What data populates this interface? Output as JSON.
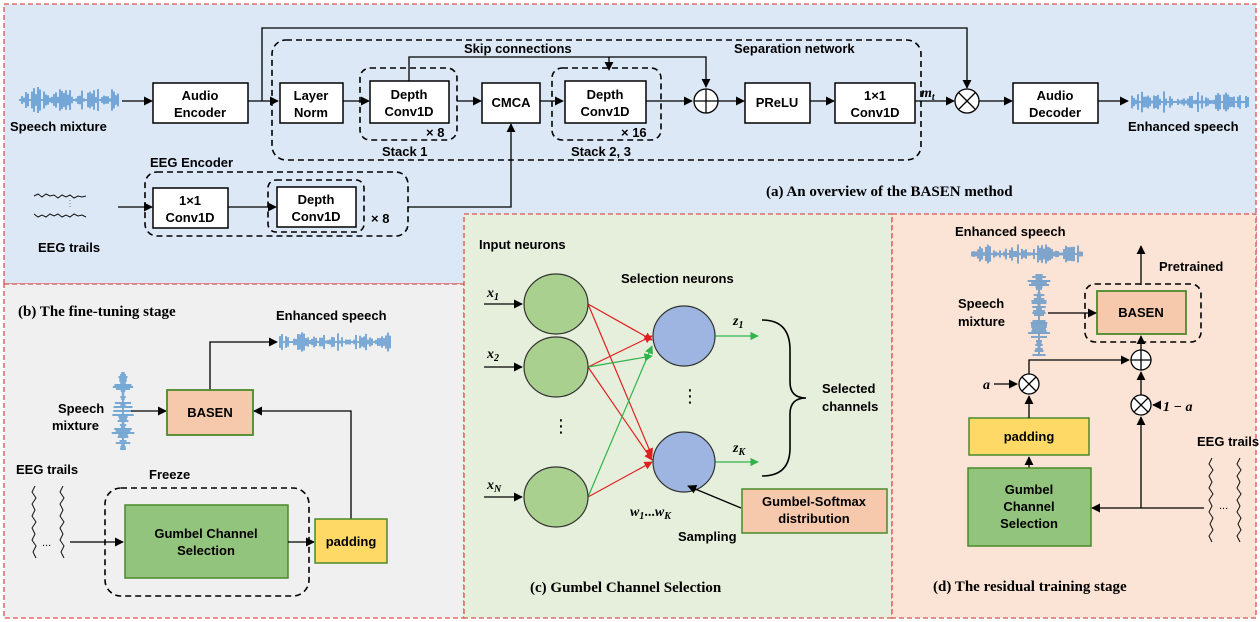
{
  "colors": {
    "panel_a_bg": "#dde8f7",
    "panel_b_bg": "#f0f0f0",
    "panel_c_bg": "#e6efdb",
    "panel_d_bg": "#fbe3d6",
    "panel_border": "#d9534f",
    "wave": "#2e7cc4",
    "basen_fill": "#f6c9ad",
    "gumbel_fill": "#93c47d",
    "padding_fill": "#ffd966",
    "input_neuron": "#a9d08e",
    "selection_neuron": "#9db5e0",
    "red_edge": "#e02020",
    "green_edge": "#2fb34a"
  },
  "panel_a": {
    "caption": "(a) An overview of the BASEN method",
    "speech_mixture": "Speech mixture",
    "audio_encoder": [
      "Audio",
      "Encoder"
    ],
    "layer_norm": [
      "Layer",
      "Norm"
    ],
    "depth_conv": [
      "Depth",
      "Conv1D"
    ],
    "times8": "× 8",
    "times16": "× 16",
    "stack1": "Stack 1",
    "cmca": "CMCA",
    "stack23": "Stack 2, 3",
    "skip": "Skip connections",
    "separation": "Separation network",
    "prelu": "PReLU",
    "conv1x1": [
      "1×1",
      "Conv1D"
    ],
    "mask": "m",
    "mask_sub": "t",
    "audio_decoder": [
      "Audio",
      "Decoder"
    ],
    "enhanced": "Enhanced speech",
    "eeg_encoder": "EEG Encoder",
    "eeg_trails": "EEG trails"
  },
  "panel_b": {
    "caption": "(b) The fine-tuning stage",
    "enhanced": "Enhanced speech",
    "speech": "Speech",
    "mixture": "mixture",
    "basen": "BASEN",
    "eeg_trails": "EEG trails",
    "freeze": "Freeze",
    "gumbel": [
      "Gumbel Channel",
      "Selection"
    ],
    "padding": "padding",
    "dots": "..."
  },
  "panel_c": {
    "caption": "(c) Gumbel Channel Selection",
    "input_neurons": "Input neurons",
    "selection_neurons": "Selection neurons",
    "x1": "x",
    "x1_sub": "1",
    "x2": "x",
    "x2_sub": "2",
    "xn": "x",
    "xn_sub": "N",
    "z1": "z",
    "z1_sub": "1",
    "zk": "z",
    "zk_sub": "K",
    "weights": "w",
    "w1_sub": "1",
    "wk_sub": "K",
    "weights_mid": "...",
    "vdots": "⋮",
    "selected": [
      "Selected",
      "channels"
    ],
    "gumbel_softmax": [
      "Gumbel-Softmax",
      "distribution"
    ],
    "sampling": "Sampling"
  },
  "panel_d": {
    "caption": "(d) The residual training stage",
    "enhanced": "Enhanced speech",
    "pretrained": "Pretrained",
    "speech": "Speech",
    "mixture": "mixture",
    "basen": "BASEN",
    "alpha": "a",
    "one_minus_alpha": "1 − a",
    "padding": "padding",
    "gumbel": [
      "Gumbel",
      "Channel",
      "Selection"
    ],
    "eeg_trails": "EEG trails",
    "dots": "..."
  }
}
